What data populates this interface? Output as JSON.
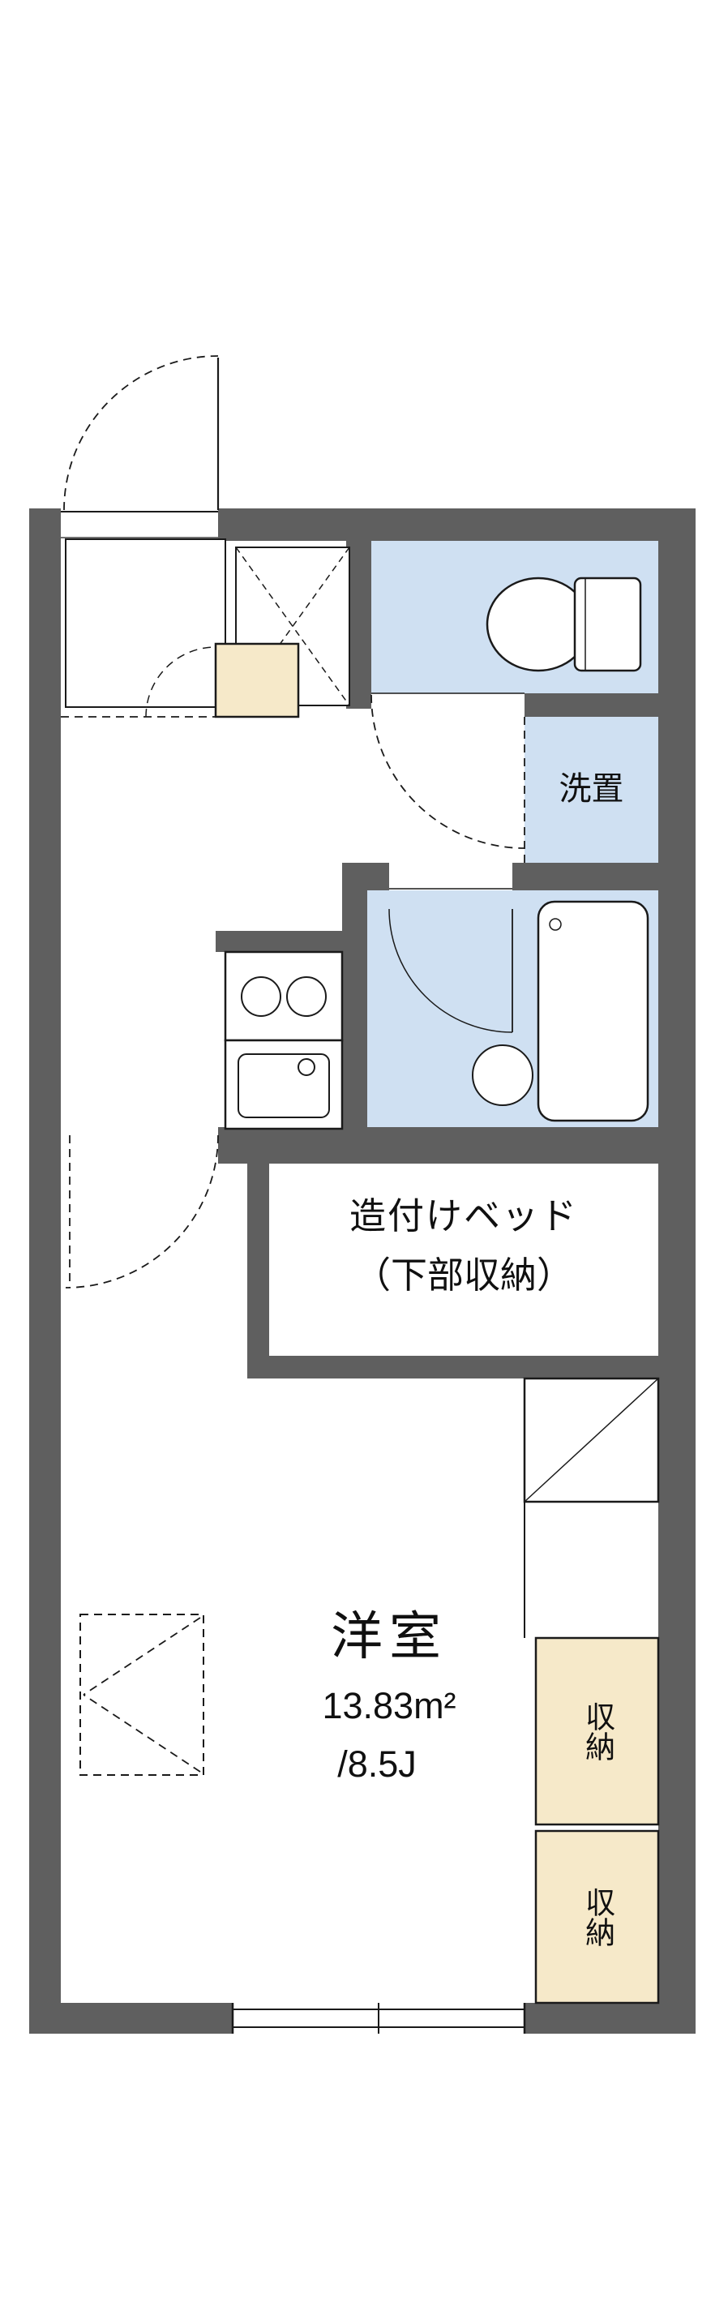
{
  "colors": {
    "wall": "#5f5f5f",
    "wet": "#cfe0f2",
    "cream": "#f6e9c9",
    "line": "#1a1a1a",
    "bg": "#ffffff"
  },
  "labels": {
    "laundry": "洗置",
    "bed_line1": "造付けベッド",
    "bed_line2": "（下部収納）",
    "room_name": "洋室",
    "room_area_m2": "13.83m²",
    "room_area_jo": "/8.5J",
    "storage_upper": "収納",
    "storage_lower": "収納"
  }
}
